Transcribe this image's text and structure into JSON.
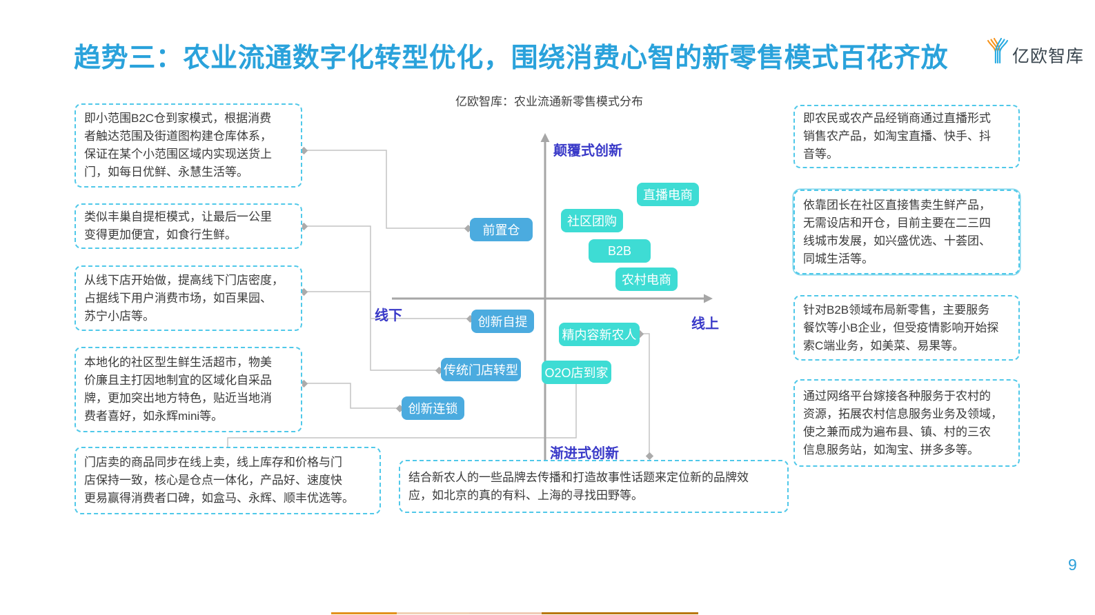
{
  "title": "趋势三：农业流通数字化转型优化，围绕消费心智的新零售模式百花齐放",
  "logo": {
    "text": "亿欧智库"
  },
  "page_number": "9",
  "chart": {
    "title": "亿欧智库：农业流通新零售模式分布",
    "quadrant_labels": {
      "top": "颠覆式创新",
      "bottom": "渐进式创新",
      "left": "线下",
      "right": "线上"
    },
    "nodes": [
      {
        "label": "前置仓",
        "group": "offline"
      },
      {
        "label": "创新自提",
        "group": "offline"
      },
      {
        "label": "传统门店转型",
        "group": "offline"
      },
      {
        "label": "创新连锁",
        "group": "offline"
      },
      {
        "label": "直播电商",
        "group": "online"
      },
      {
        "label": "社区团购",
        "group": "online"
      },
      {
        "label": "B2B",
        "group": "online"
      },
      {
        "label": "农村电商",
        "group": "online"
      },
      {
        "label": "精内容新农人",
        "group": "online"
      },
      {
        "label": "O2O店到家",
        "group": "online"
      }
    ]
  },
  "left_notes": [
    {
      "lines": [
        "即小范围B2C仓到家模式，根据消费",
        "者触达范围及街道图构建仓库体系，",
        "保证在某个小范围区域内实现送货上",
        "门，如每日优鲜、永慧生活等。"
      ]
    },
    {
      "lines": [
        "类似丰巢自提柜模式，让最后一公里",
        "变得更加便宜，如食行生鲜。"
      ]
    },
    {
      "lines": [
        "从线下店开始做，提高线下门店密度，",
        "占据线下用户消费市场，如百果园、",
        "苏宁小店等。"
      ]
    },
    {
      "lines": [
        "本地化的社区型生鲜生活超市，物美",
        "价廉且主打因地制宜的区域化自采品",
        "牌，更加突出地方特色，贴近当地消",
        "费者喜好，如永辉mini等。"
      ]
    },
    {
      "lines": [
        "门店卖的商品同步在线上卖，线上库存和价格与门",
        "店保持一致，核心是仓点一体化，产品好、速度快",
        "更易赢得消费者口碑，如盒马、永辉、顺丰优选等。"
      ]
    }
  ],
  "right_notes": [
    {
      "lines": [
        "即农民或农产品经销商通过直播形式",
        "销售农产品，如淘宝直播、快手、抖",
        "音等。"
      ]
    },
    {
      "lines": [
        "依靠团长在社区直接售卖生鲜产品，",
        "无需设店和开仓，目前主要在二三四",
        "线城市发展，如兴盛优选、十荟团、",
        "同城生活等。"
      ]
    },
    {
      "lines": [
        "针对B2B领域布局新零售，主要服务",
        "餐饮等小B企业，但受疫情影响开始探",
        "索C端业务，如美菜、易果等。"
      ]
    },
    {
      "lines": [
        "通过网络平台嫁接各种服务于农村的",
        "资源，拓展农村信息服务业务及领域，",
        "使之兼而成为遍布县、镇、村的三农",
        "信息服务站，如淘宝、拼多多等。"
      ]
    }
  ],
  "bottom_note": {
    "lines": [
      "结合新农人的一些品牌去传播和打造故事性话题来定位新的品牌效",
      "应，如北京的真的有料、上海的寻找田野等。"
    ]
  },
  "colors": {
    "title_blue": "#2AA2DB",
    "quadrant_label_blue": "#3939C8",
    "node_offline_blue": "#4BABDF",
    "node_online_teal": "#3EDCD4",
    "note_border_cyan": "#4FC8E9",
    "axis_gray": "#A6A6A6",
    "connector_gray": "#C4C4C4",
    "page_number_blue": "#2B9FD9",
    "footer_segments": [
      "#E2911C",
      "#F0D0B4",
      "#EFCBB4",
      "#B8770E"
    ],
    "logo_orange": "#F7941D",
    "logo_cyan": "#29ABE2"
  }
}
